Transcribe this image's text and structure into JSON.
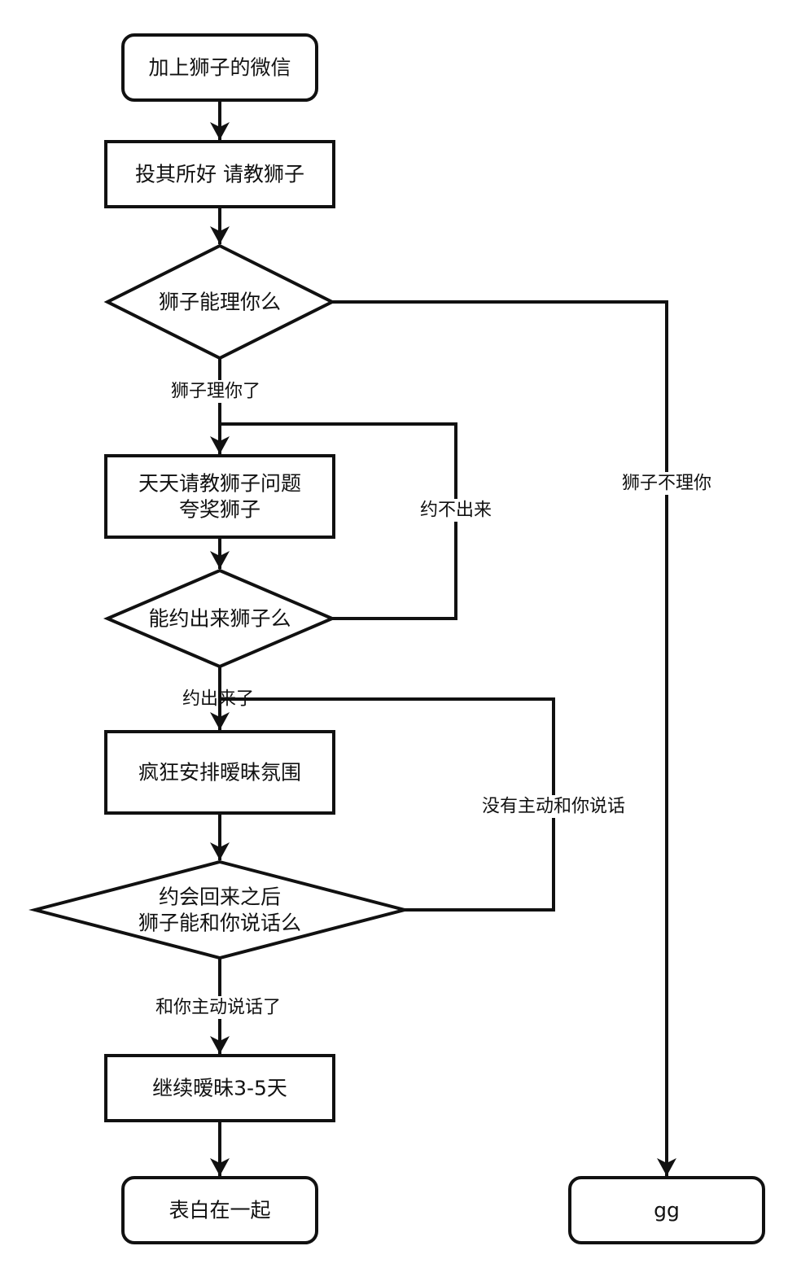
{
  "diagram": {
    "type": "flowchart",
    "colors": {
      "stroke": "#111111",
      "fill": "#ffffff",
      "text": "#111111"
    },
    "nodes": [
      {
        "id": "add_wechat",
        "shape": "rounded",
        "lines": [
          "加上狮子的微信"
        ]
      },
      {
        "id": "cater",
        "shape": "rect",
        "lines": [
          "投其所好 请教狮子"
        ]
      },
      {
        "id": "q_reply",
        "shape": "diamond",
        "lines": [
          "狮子能理你么"
        ]
      },
      {
        "id": "daily_ask",
        "shape": "rect",
        "lines": [
          "天天请教狮子问题",
          "夸奖狮子"
        ]
      },
      {
        "id": "q_date",
        "shape": "diamond",
        "lines": [
          "能约出来狮子么"
        ]
      },
      {
        "id": "ambiance",
        "shape": "rect",
        "lines": [
          "疯狂安排暧昧氛围"
        ]
      },
      {
        "id": "q_talk",
        "shape": "diamond",
        "lines": [
          "约会回来之后",
          "狮子能和你说话么"
        ]
      },
      {
        "id": "continue",
        "shape": "rect",
        "lines": [
          "继续暧昧3-5天"
        ]
      },
      {
        "id": "confess",
        "shape": "rounded",
        "lines": [
          "表白在一起"
        ]
      },
      {
        "id": "gg",
        "shape": "rounded",
        "lines": [
          "gg"
        ]
      }
    ],
    "edges": [
      {
        "from": "add_wechat",
        "to": "cater",
        "label": ""
      },
      {
        "from": "cater",
        "to": "q_reply",
        "label": ""
      },
      {
        "from": "q_reply",
        "to": "daily_ask",
        "label": "狮子理你了"
      },
      {
        "from": "q_reply",
        "to": "gg",
        "label": "狮子不理你"
      },
      {
        "from": "daily_ask",
        "to": "q_date",
        "label": ""
      },
      {
        "from": "q_date",
        "to": "daily_ask",
        "label": "约不出来"
      },
      {
        "from": "q_date",
        "to": "ambiance",
        "label": "约出来了"
      },
      {
        "from": "ambiance",
        "to": "q_talk",
        "label": ""
      },
      {
        "from": "q_talk",
        "to": "ambiance",
        "label": "没有主动和你说话"
      },
      {
        "from": "q_talk",
        "to": "continue",
        "label": "和你主动说话了"
      },
      {
        "from": "continue",
        "to": "confess",
        "label": ""
      }
    ]
  }
}
